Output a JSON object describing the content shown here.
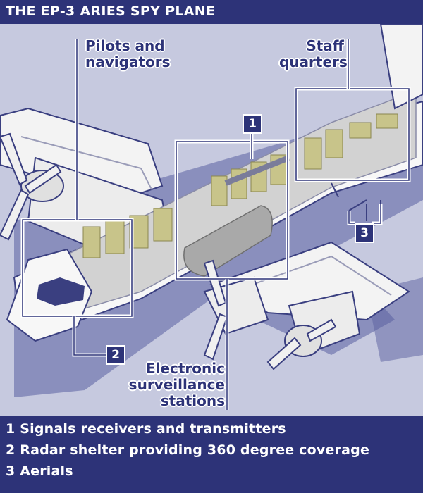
{
  "title": "THE EP-3 ARIES SPY PLANE",
  "labels": {
    "pilots": [
      "Pilots and",
      "navigators"
    ],
    "staff": [
      "Staff",
      "quarters"
    ],
    "electronic": [
      "Electronic",
      "surveillance",
      "stations"
    ]
  },
  "markers": [
    "1",
    "2",
    "3"
  ],
  "legend": [
    "1 Signals receivers and transmitters",
    "2 Radar shelter providing 360 degree coverage",
    "3 Aerials"
  ],
  "colors": {
    "navy": "#2d3378",
    "background": "#c6c9df",
    "shadow": "#5a5fa0",
    "fuselage": "#f5f5f5",
    "interior": "#d4d4d4",
    "equipment": "#c8c48a",
    "radar_shelter": "#a9a9a9"
  }
}
